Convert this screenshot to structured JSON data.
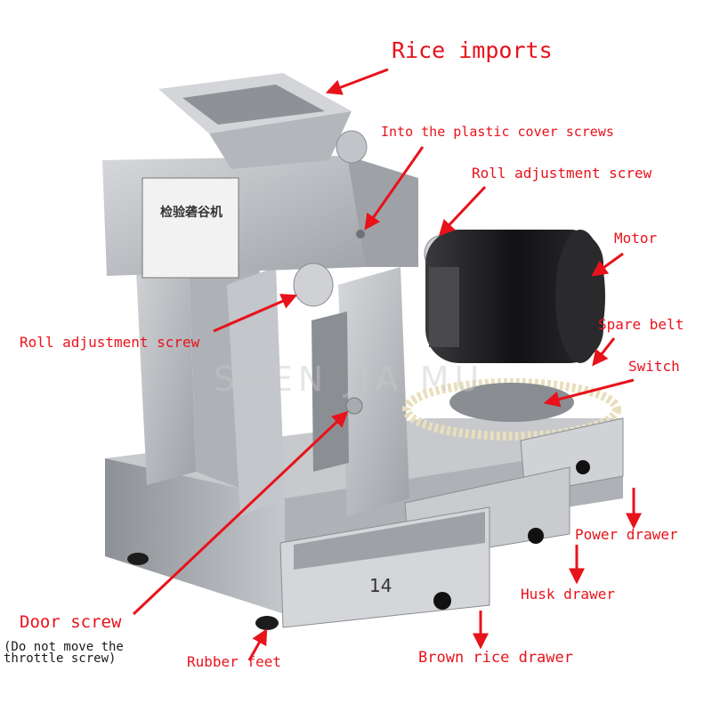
{
  "labels": {
    "rice_imports": "Rice imports",
    "plastic_cover_screws": "Into the plastic cover screws",
    "roll_adjustment_screw_right": "Roll adjustment screw",
    "motor": "Motor",
    "spare_belt": "Spare belt",
    "switch": "Switch",
    "roll_adjustment_screw_left": "Roll adjustment screw",
    "power_drawer": "Power drawer",
    "husk_drawer": "Husk drawer",
    "door_screw": "Door screw",
    "door_screw_note": "(Do not move the throttle screw)",
    "rubber_feet": "Rubber feet",
    "brown_rice_drawer": "Brown rice drawer"
  },
  "plate": {
    "chinese_name": "检验砻谷机"
  },
  "drawer_mark": "14",
  "watermark": "SHEN JIA MU",
  "colors": {
    "annotation": "#e8121b",
    "machine_metal": "#b9bcc0",
    "motor": "#1c1c1e",
    "belt_gear": "#ece3c2"
  }
}
